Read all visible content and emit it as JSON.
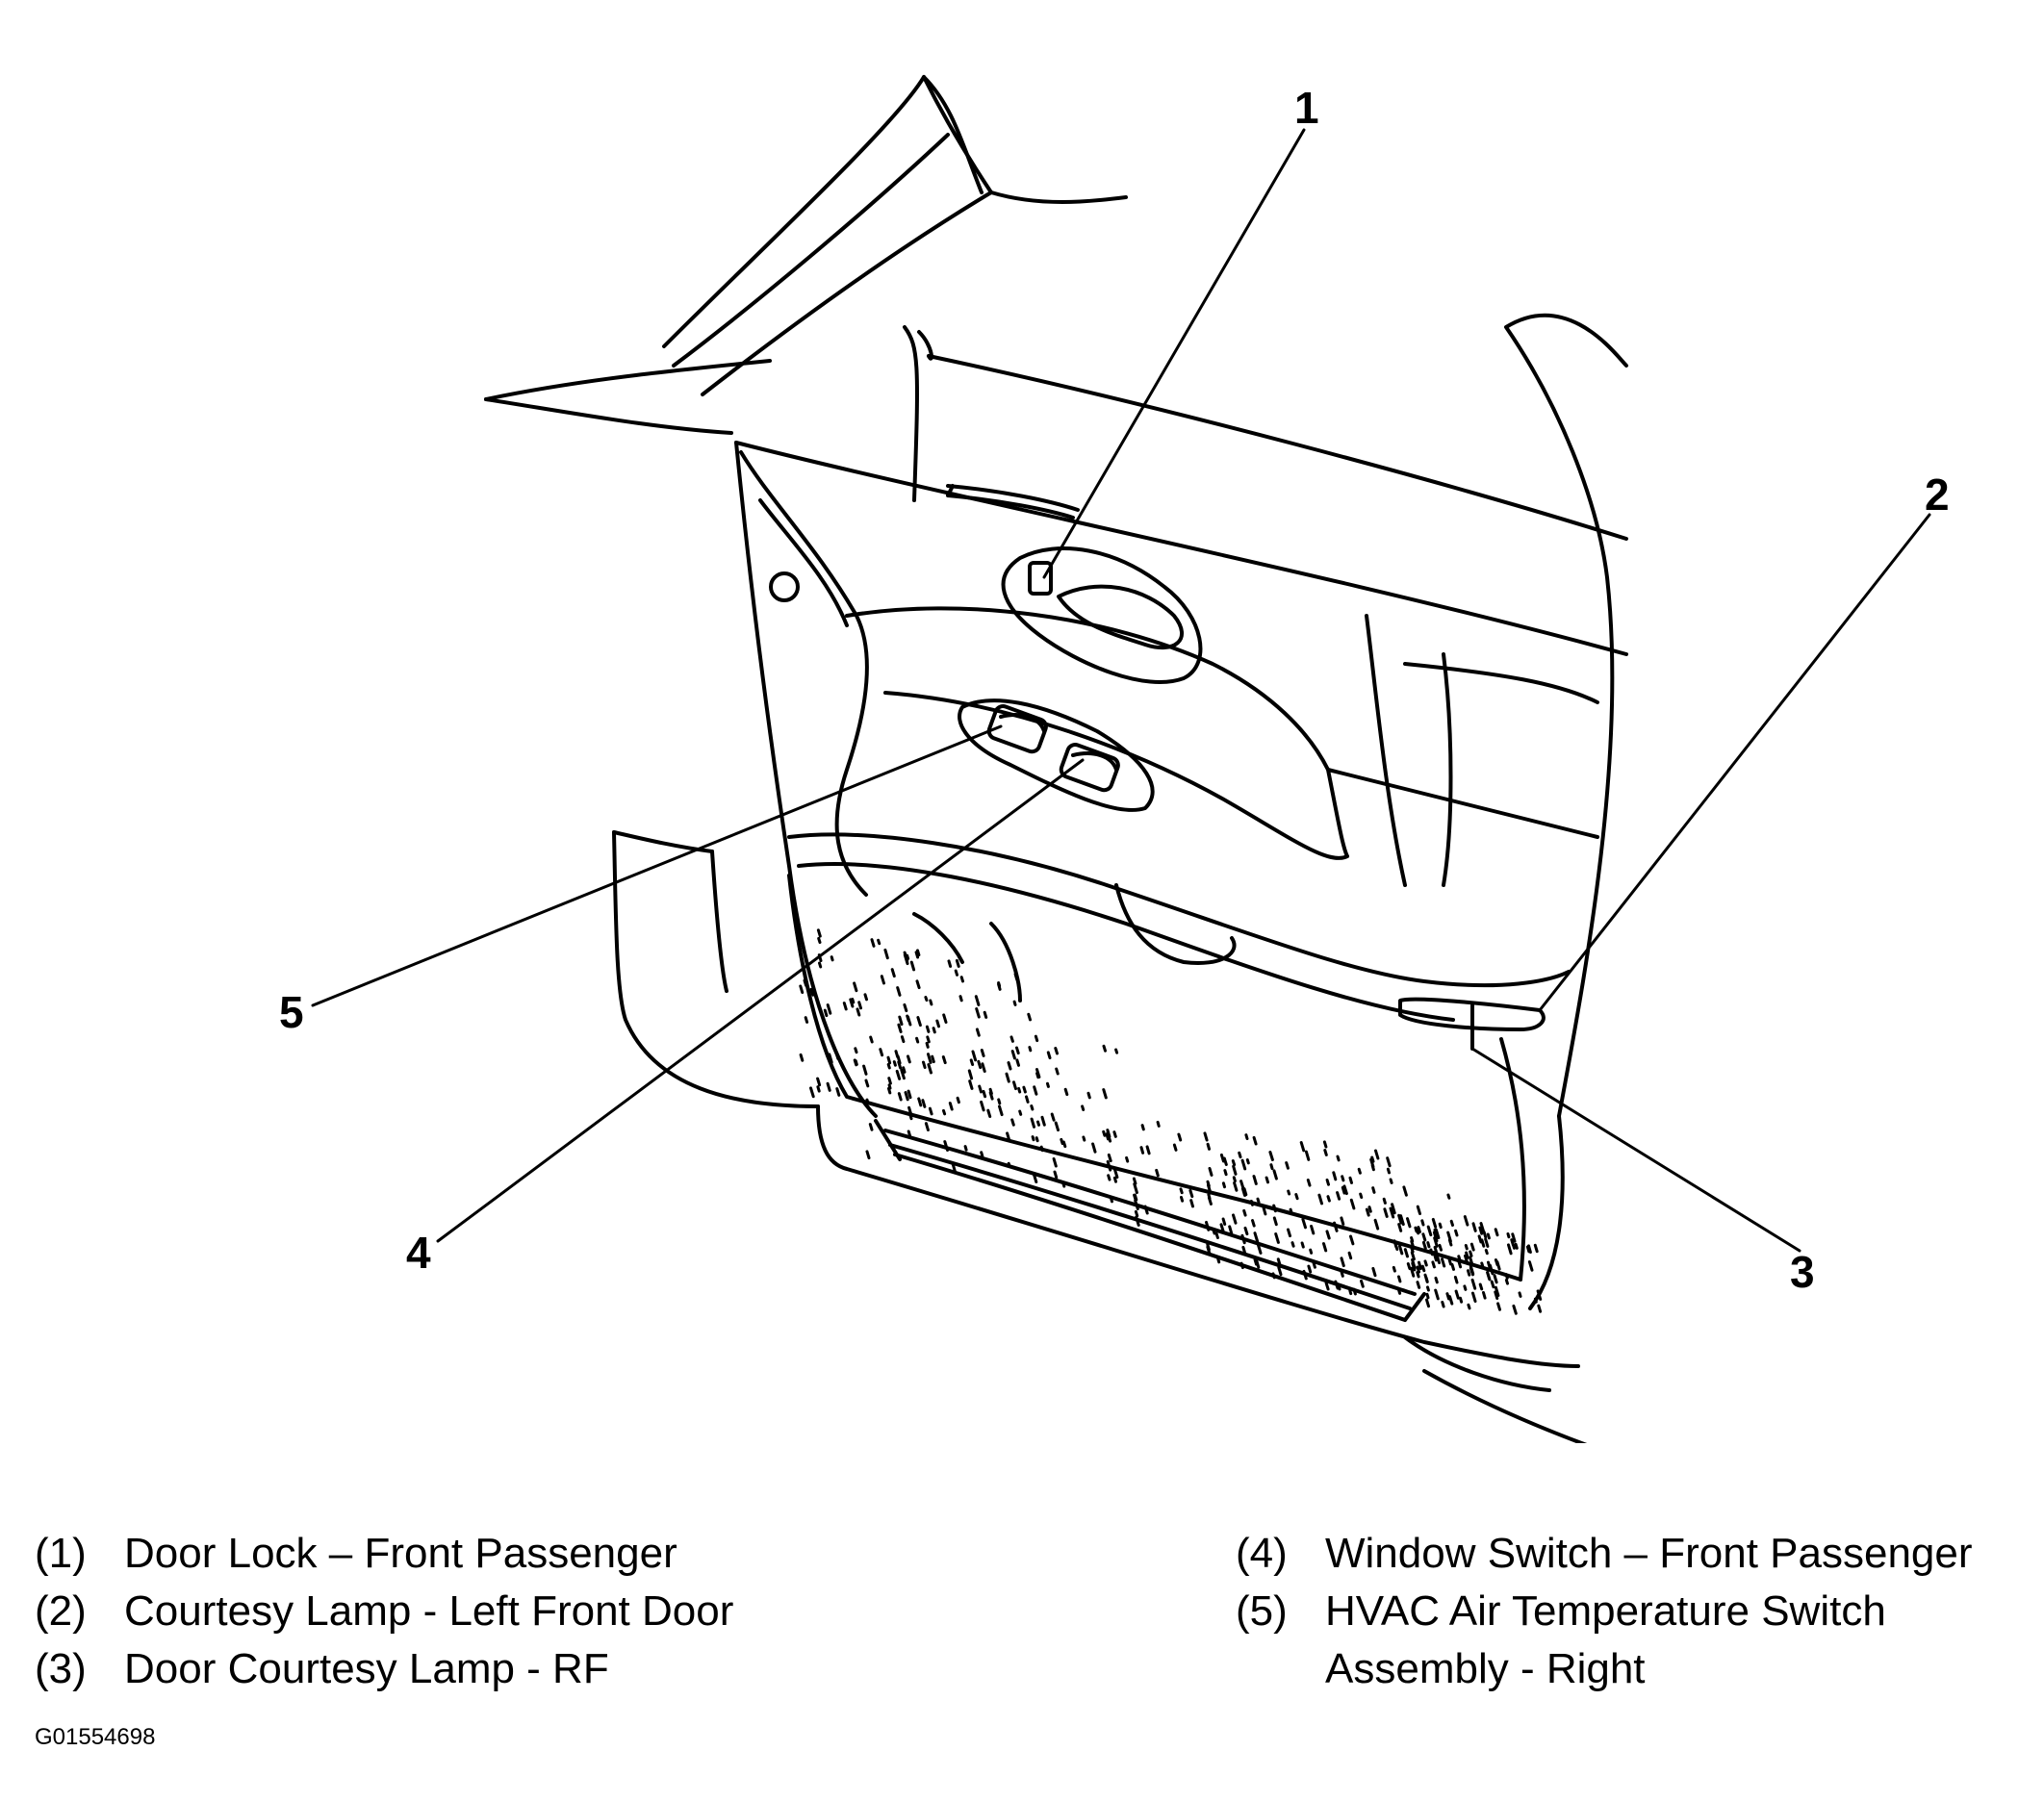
{
  "callouts": [
    "1",
    "2",
    "3",
    "4",
    "5"
  ],
  "legend": {
    "left": [
      {
        "num": "(1)",
        "text": "Door Lock – Front Passenger"
      },
      {
        "num": "(2)",
        "text": "Courtesy Lamp - Left Front Door"
      },
      {
        "num": "(3)",
        "text": "Door Courtesy Lamp - RF"
      }
    ],
    "right": [
      {
        "num": "(4)",
        "text": "Window Switch – Front Passenger"
      },
      {
        "num": "(5)",
        "text": "HVAC Air Temperature Switch",
        "text2": "Assembly - Right"
      }
    ]
  },
  "figure_code": "G01554698",
  "colors": {
    "line": "#000000",
    "background": "#ffffff"
  }
}
